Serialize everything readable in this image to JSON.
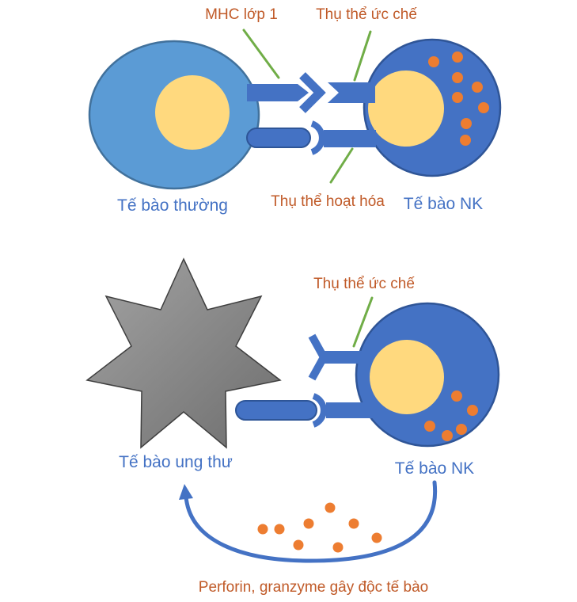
{
  "colors": {
    "normal_cell": "#5B9BD5",
    "normal_cell_border": "#41719C",
    "nk_cell": "#4472C4",
    "nk_cell_border": "#2F5597",
    "nucleus": "#FFD97E",
    "granule": "#ED7D31",
    "receptor": "#4472C4",
    "ligand_border": "#2E5597",
    "cancer_cell": "#8C8C8C",
    "cancer_cell_border": "#3F3F3F",
    "pointer_line": "#70AD47",
    "label_orange": "#C05A28",
    "label_blue": "#4472C4",
    "arrow": "#4472C4"
  },
  "panel_normal": {
    "mhc_label": "MHC lớp 1",
    "inhibitory_receptor_label": "Thụ thể ức chế",
    "activating_receptor_label": "Thụ thể hoạt hóa",
    "normal_cell_label": "Tế bào thường",
    "nk_cell_label": "Tế bào NK",
    "granule_count": 8
  },
  "panel_cancer": {
    "inhibitory_receptor_label": "Thụ thể ức chế",
    "cancer_cell_label": "Tế bào ung thư",
    "nk_cell_label": "Tế bào NK",
    "cytotoxin_label": "Perforin, granzyme gây độc tế bào",
    "granule_count": 5,
    "released_granule_count": 8
  }
}
